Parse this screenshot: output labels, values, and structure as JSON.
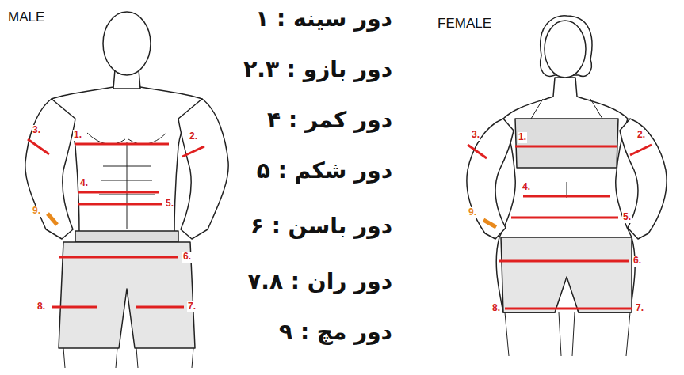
{
  "diagram": {
    "labels": [
      "MALE",
      "FEMALE",
      "دور سینه : ۱",
      "دور بازو : ۲.۳",
      "دور کمر : ۴",
      "دور شکم : ۵",
      "دور باسن : ۶",
      "دور ران : ۷.۸",
      "دور مچ : ۹",
      "3.",
      "1.",
      "2.",
      "4.",
      "5.",
      "9.",
      "6.",
      "8.",
      "7.",
      "3.",
      "1.",
      "2.",
      "4.",
      "5.",
      "9.",
      "6.",
      "8.",
      "7."
    ]
  }
}
